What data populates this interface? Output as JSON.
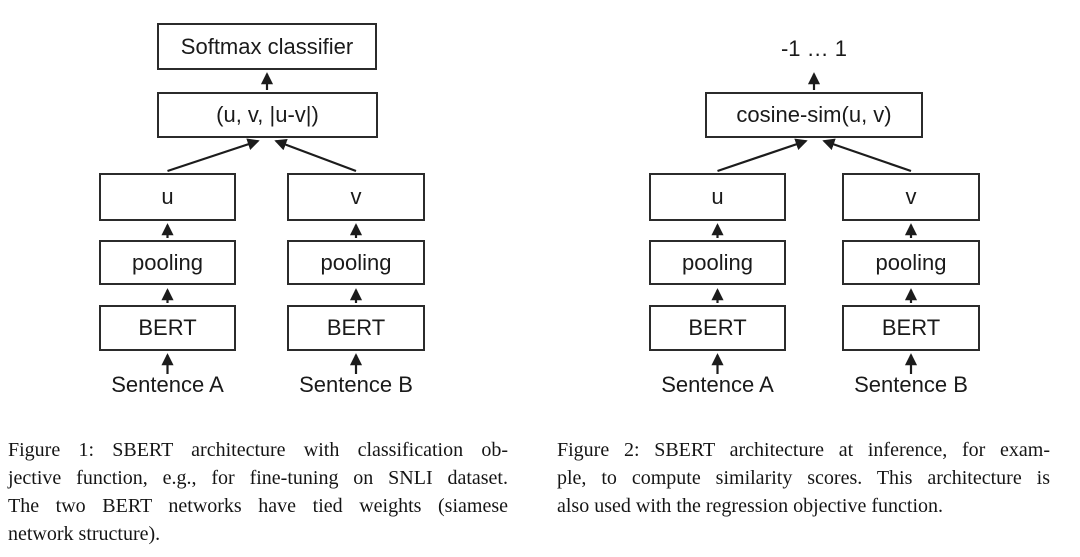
{
  "page": {
    "background": "#ffffff",
    "text_color": "#1a1a1a",
    "box_border_color": "#2b2b2b"
  },
  "figure1": {
    "diagram": {
      "softmax": "Softmax classifier",
      "concat": "(u, v, |u-v|)",
      "u": "u",
      "v": "v",
      "pooling": "pooling",
      "bert": "BERT",
      "sentence_a": "Sentence A",
      "sentence_b": "Sentence B"
    },
    "caption": {
      "lines": [
        "Figure 1: SBERT architecture with classification ob-",
        "jective function, e.g., for fine-tuning on SNLI dataset.",
        "The two BERT networks have tied weights (siamese",
        "network structure)."
      ]
    }
  },
  "figure2": {
    "diagram": {
      "output_range": "-1 … 1",
      "cosine": "cosine-sim(u, v)",
      "u": "u",
      "v": "v",
      "pooling": "pooling",
      "bert": "BERT",
      "sentence_a": "Sentence A",
      "sentence_b": "Sentence B"
    },
    "caption": {
      "lines": [
        "Figure 2: SBERT architecture at inference, for exam-",
        "ple, to compute similarity scores. This architecture is",
        "also used with the regression objective function."
      ]
    }
  }
}
